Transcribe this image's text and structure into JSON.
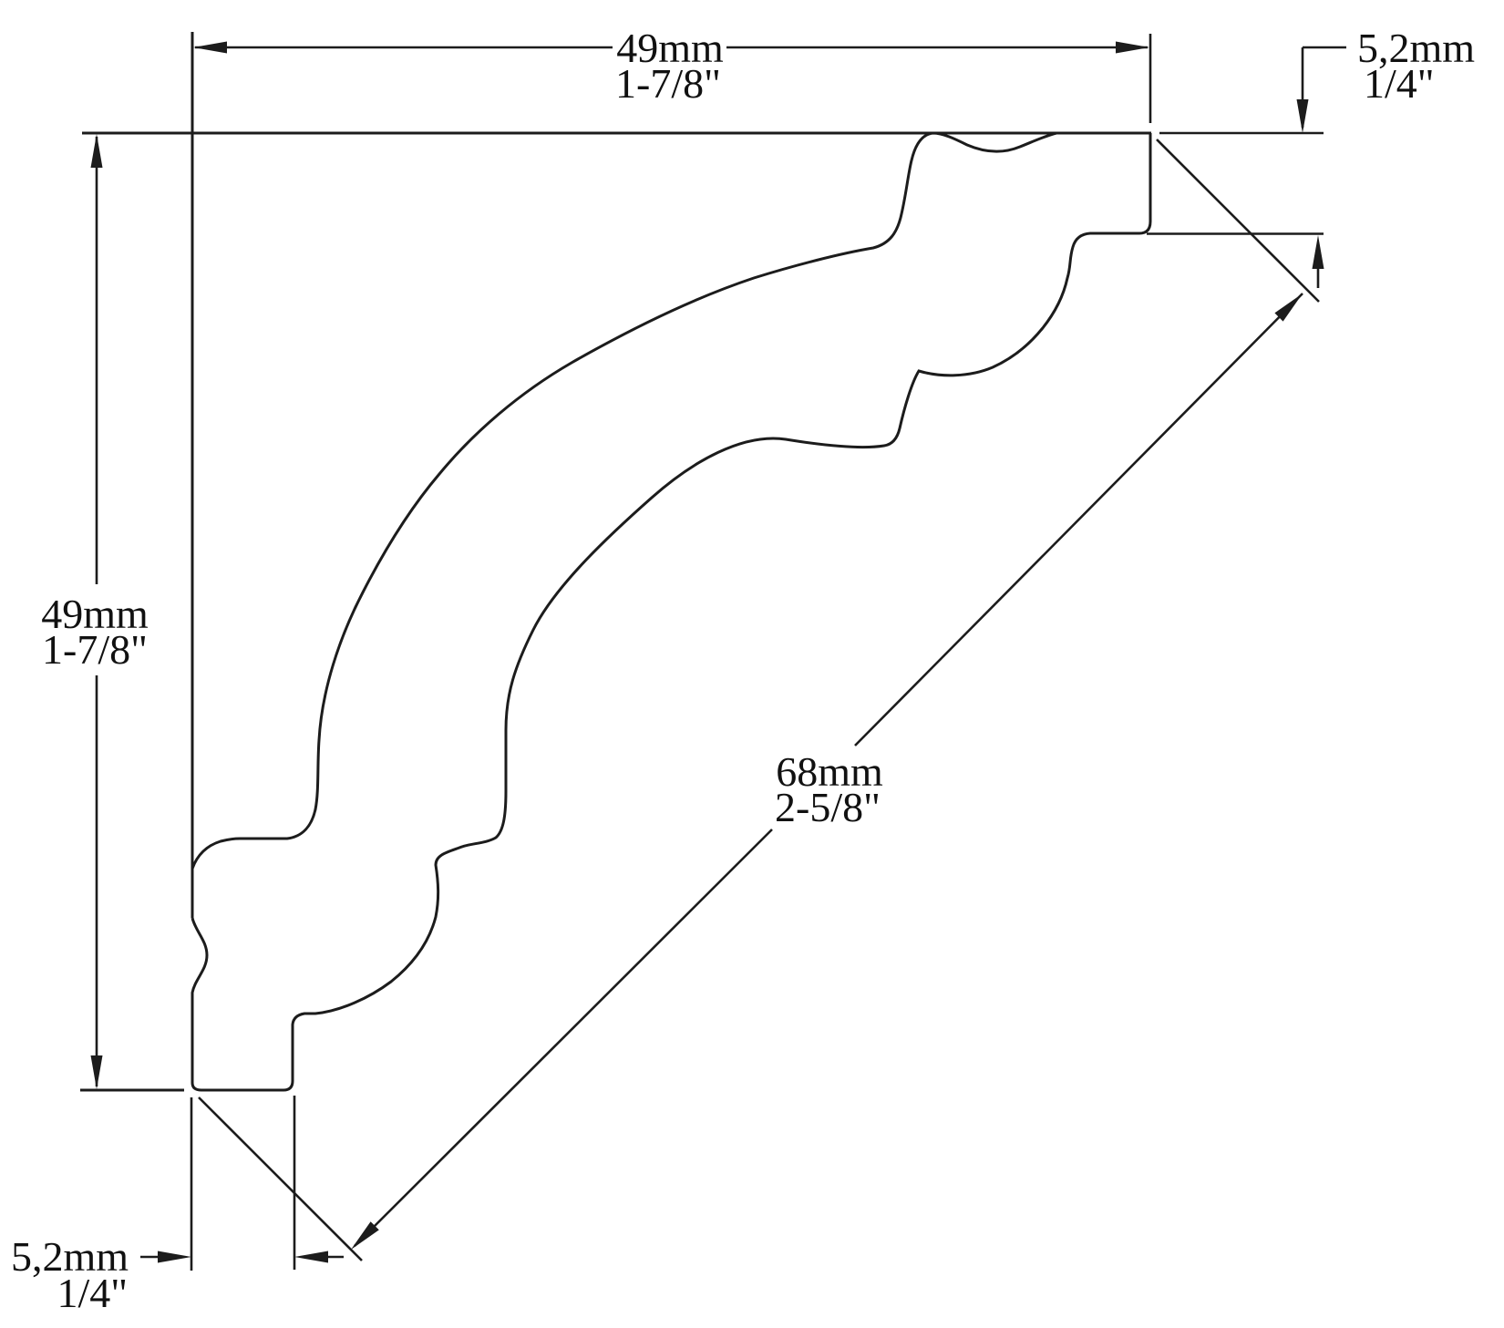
{
  "drawing": {
    "kind": "crown-moulding-cross-section",
    "dimensions": {
      "width_top": {
        "metric": "49mm",
        "imperial": "1-7/8\""
      },
      "height_left": {
        "metric": "49mm",
        "imperial": "1-7/8\""
      },
      "edge_top_right": {
        "metric": "5,2mm",
        "imperial": "1/4\""
      },
      "edge_bottom_left": {
        "metric": "5,2mm",
        "imperial": "1/4\""
      },
      "face_diagonal": {
        "metric": "68mm",
        "imperial": "2-5/8\""
      }
    },
    "colors": {
      "line": "#1c1c1c",
      "text": "#111111",
      "background": "#ffffff"
    }
  }
}
